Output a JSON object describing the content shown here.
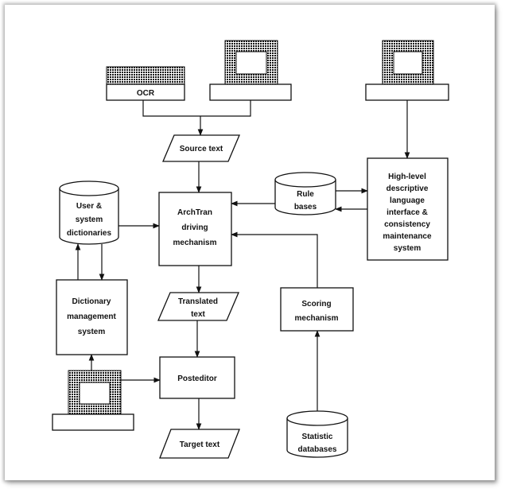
{
  "diagram": {
    "ocr_label": "OCR",
    "source_text": "Source text",
    "archtran": [
      "ArchTran",
      "driving",
      "mechanism"
    ],
    "rule_bases": [
      "Rule",
      "bases"
    ],
    "highlevel": [
      "High-level",
      "descriptive",
      "language",
      "interface &",
      "consistency",
      "maintenance",
      "system"
    ],
    "user_dict": [
      "User &",
      "system",
      "dictionaries"
    ],
    "dict_mgmt": [
      "Dictionary",
      "management",
      "system"
    ],
    "translated_text": [
      "Translated",
      "text"
    ],
    "scoring": [
      "Scoring",
      "mechanism"
    ],
    "posteditor": "Posteditor",
    "target_text": "Target text",
    "statistic": [
      "Statistic",
      "databases"
    ]
  }
}
